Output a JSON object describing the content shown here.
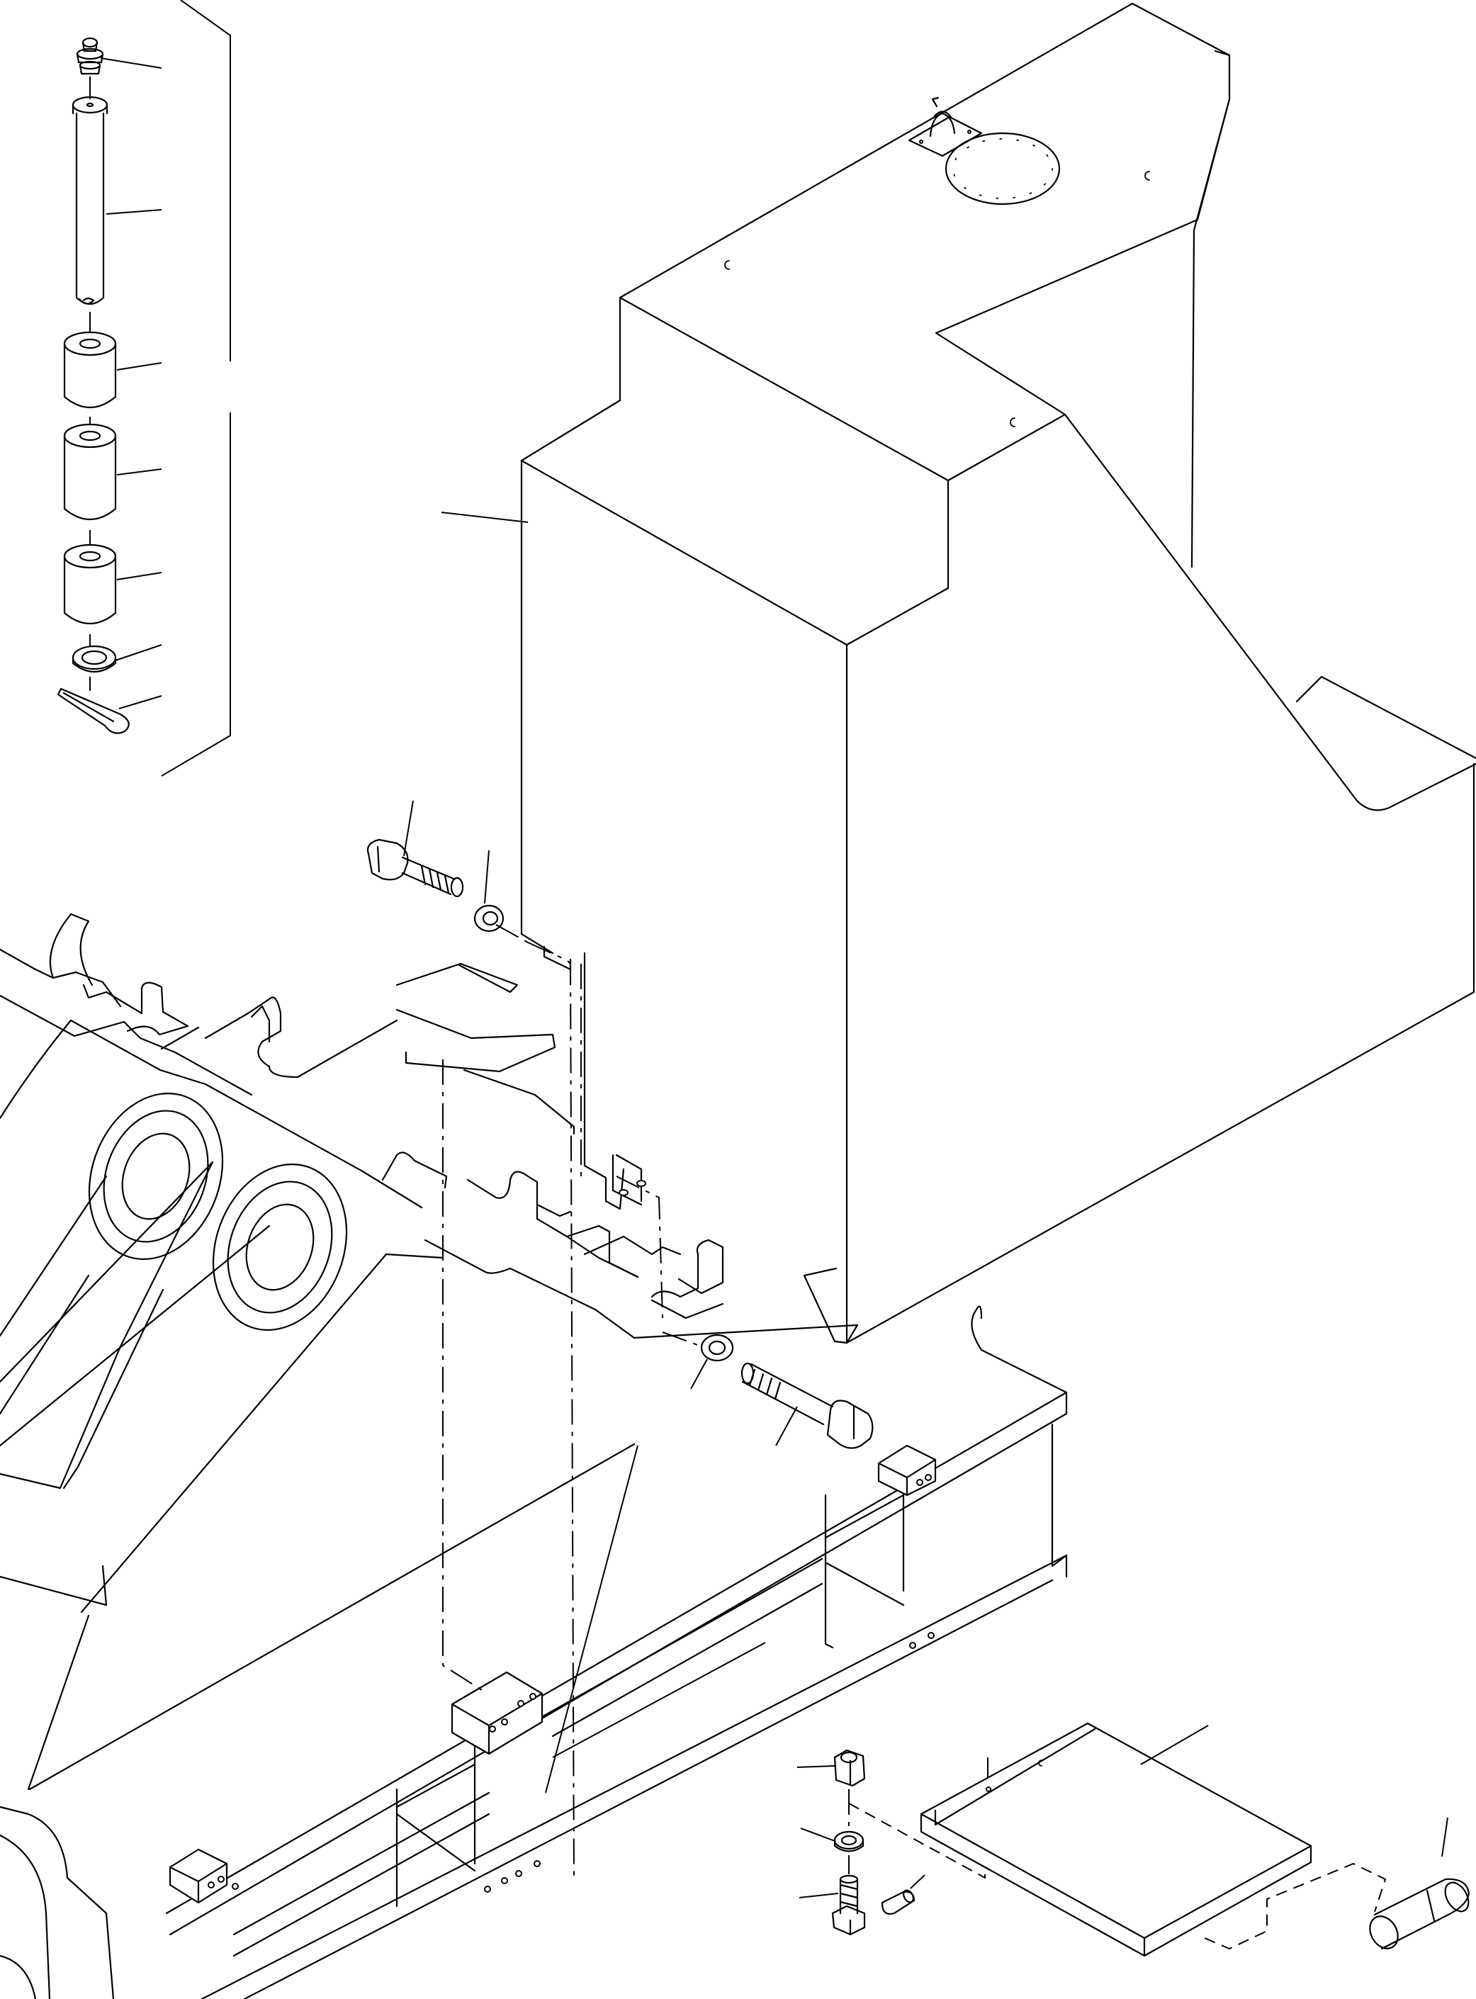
{
  "diagram": {
    "kind": "exploded-parts-drawing",
    "line_color": "#000000",
    "background": "#ffffff",
    "groups": [
      {
        "name": "pin-and-bushing-stack",
        "parts": [
          "grease-fitting",
          "pin",
          "upper-bushing",
          "middle-bushing",
          "lower-bushing",
          "washer",
          "cotter-pin"
        ]
      },
      {
        "name": "fuel-tank",
        "parts": [
          "tank-body",
          "filler-cap",
          "inspection-cover"
        ]
      },
      {
        "name": "tank-mounting-hardware",
        "parts": [
          "upper-bolt",
          "upper-washer",
          "lower-bolt",
          "lower-washer"
        ]
      },
      {
        "name": "frame",
        "parts": [
          "revolving-frame",
          "mounting-brackets"
        ]
      },
      {
        "name": "cover-plate-assembly",
        "parts": [
          "nut",
          "washer",
          "bolt",
          "dowel-pin",
          "cover-plate",
          "sleeve"
        ]
      }
    ]
  }
}
